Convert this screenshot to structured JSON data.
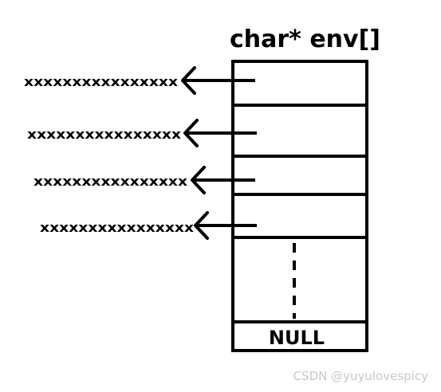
{
  "title": "char* env[]",
  "entries": [
    "xxxxxxxxxxxxxxxx",
    "xxxxxxxxxxxxxxxx",
    "xxxxxxxxxxxxxxxx",
    "xxxxxxxxxxxxxxxx"
  ],
  "terminator": "NULL",
  "watermark": "CSDN @yuyulovespicy",
  "colors": {
    "stroke": "#000000",
    "background": "#ffffff",
    "watermark": "#c8c8c8"
  }
}
